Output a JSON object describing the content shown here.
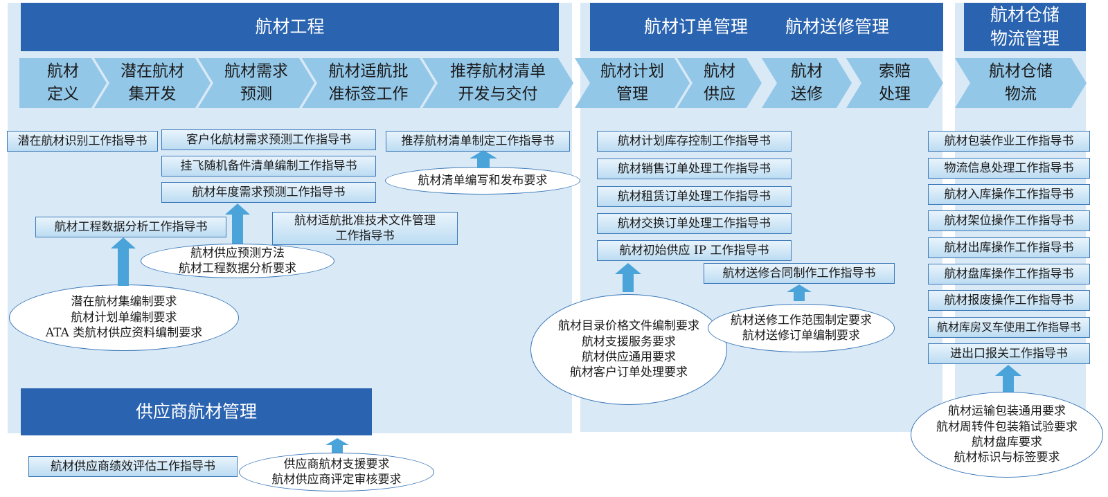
{
  "colors": {
    "header_blue": "#2a63b0",
    "panel_light": "#d9e9f6",
    "chevron": "#93c7e8",
    "box_border": "#3b78b8",
    "arrow": "#4aa3d9"
  },
  "headers": {
    "engineering": "航材工程",
    "order": "航材订单管理",
    "repair": "航材送修管理",
    "warehouse": "航材仓储\n物流管理",
    "supplier": "供应商航材管理"
  },
  "process_steps": [
    "航材\n定义",
    "潜在航材\n集开发",
    "航材需求\n预测",
    "航材适航批\n准标签工作",
    "推荐航材清单\n开发与交付",
    "航材计划\n管理",
    "航材\n供应",
    "航材\n送修",
    "索赔\n处理",
    "航材仓储\n物流"
  ],
  "engineering_docs": {
    "potential_id": "潜在航材识别工作指导书",
    "customized_forecast": "客户化航材需求预测工作指导书",
    "fly_away_kit": "挂飞随机备件清单编制工作指导书",
    "annual_forecast": "航材年度需求预测工作指导书",
    "recommended_list": "推荐航材清单制定工作指导书",
    "data_analysis": "航材工程数据分析工作指导书",
    "airworthiness": "航材适航批准技术文件管理\n工作指导书"
  },
  "engineering_reqs": {
    "list_release": "航材清单编写和发布要求",
    "forecast_method": "航材供应预测方法\n航材工程数据分析要求",
    "potential_set": "潜在航材集编制要求\n航材计划单编制要求\nATA 类航材供应资料编制要求"
  },
  "order_docs": [
    "航材计划库存控制工作指导书",
    "航材销售订单处理工作指导书",
    "航材租赁订单处理工作指导书",
    "航材交换订单处理工作指导书",
    "航材初始供应 IP 工作指导书"
  ],
  "repair_doc": "航材送修合同制作工作指导书",
  "order_reqs": "航材目录价格文件编制要求\n航材支援服务要求\n航材供应通用要求\n航材客户订单处理要求",
  "repair_reqs": "航材送修工作范围制定要求\n航材送修订单编制要求",
  "warehouse_docs": [
    "航材包装作业工作指导书",
    "物流信息处理工作指导书",
    "航材入库操作工作指导书",
    "航材架位操作工作指导书",
    "航材出库操作工作指导书",
    "航材盘库操作工作指导书",
    "航材报废操作工作指导书",
    "航材库房叉车使用工作指导书",
    "进出口报关工作指导书"
  ],
  "warehouse_reqs": "航材运输包装通用要求\n航材周转件包装箱试验要求\n航材盘库要求\n航材标识与标签要求",
  "supplier_doc": "航材供应商绩效评估工作指导书",
  "supplier_reqs": "供应商航材支援要求\n航材供应商评定审核要求"
}
